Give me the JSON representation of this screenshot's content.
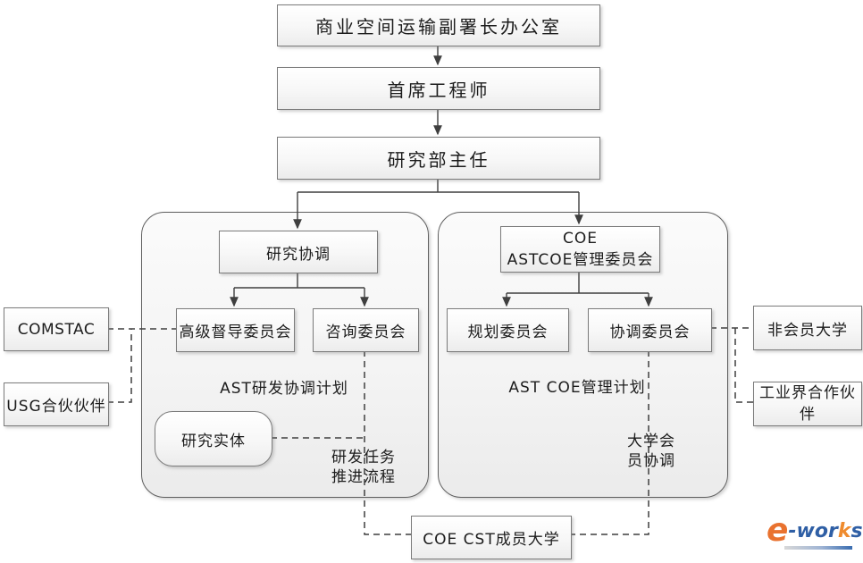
{
  "nodes": {
    "office": "商业空间运输副署长办公室",
    "chief_engineer": "首席工程师",
    "research_director": "研究部主任",
    "research_coordination": "研究协调",
    "senior_steering": "高级督导委员会",
    "advisory": "咨询委员会",
    "coe_title": "COE",
    "coe_subtitle": "ASTCOE管理委员会",
    "planning": "规划委员会",
    "coordination": "协调委员会",
    "comstac": "COMSTAC",
    "usg_partner": "USG合伙伙伴",
    "non_member_univ": "非会员大学",
    "industry_partner_line1": "工业界合作伙",
    "industry_partner_line2": "伴",
    "research_entity": "研究实体",
    "coe_cst_univ": "COE CST成员大学"
  },
  "labels": {
    "left_program": "AST研发协调计划",
    "rd_task_line1": "研发任务",
    "rd_task_line2": "推进流程",
    "right_program": "AST COE管理计划",
    "univ_member_line1": "大学会",
    "univ_member_line2": "员协调"
  },
  "logo": {
    "e": "e",
    "wor": "-wor",
    "k": "k",
    "s": "s",
    "orange": "#e9722f",
    "blue": "#2f5fa5"
  },
  "colors": {
    "line": "#3f3f3f",
    "box_border": "#7b7b7b",
    "group_border": "#5f5f5f"
  }
}
